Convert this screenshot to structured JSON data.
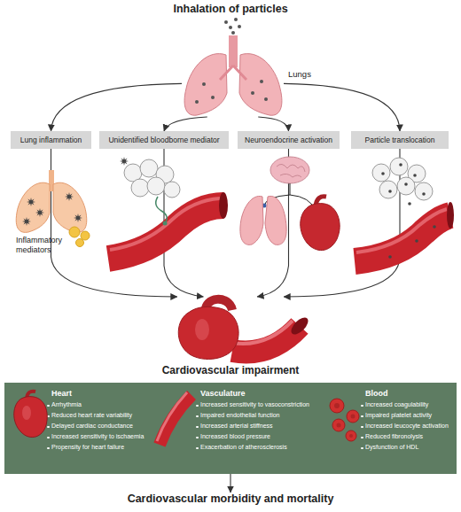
{
  "diagram": {
    "title": "Inhalation of particles",
    "nodes": [
      {
        "text": [
          "Lungs"
        ]
      },
      {
        "text": [
          "Lung inflammation"
        ]
      },
      {
        "text": [
          "Unidentified bloodborne mediator"
        ]
      },
      {
        "text": [
          "Neuroendocrine activation"
        ]
      },
      {
        "text": [
          "Particle translocation"
        ]
      },
      {
        "text": [
          "Cardiovascular impairment"
        ]
      },
      {
        "text": [
          "Heart",
          "Arrhythmia",
          "Reduced heart rate variability",
          "Delayed cardiac conductance",
          "Increased sensitivity to ischaemia",
          "Propensity for heart failure"
        ],
        "in": 5
      },
      {
        "text": [
          "Vasculature",
          "Increased sensitivity to vasoconstriction",
          "Impaired endothelial function",
          "Increased arterial stiffness",
          "Increased blood pressure",
          "Exacerbation of atherosclerosis"
        ],
        "in": 5
      },
      {
        "text": [
          "Blood",
          "Increased coagulability",
          "Impaired platelet activity",
          "Increased leucocyte activation",
          "Reduced fibronolysis",
          "Dysfunction of HDL"
        ],
        "in": 5
      },
      {
        "text": [
          "Cardiovascular morbidity and mortality"
        ]
      }
    ],
    "edges": [
      {
        "from": 0,
        "to": 1,
        "arrow": "to"
      },
      {
        "from": 0,
        "to": 2,
        "arrow": "to"
      },
      {
        "from": 0,
        "to": 3,
        "arrow": "to"
      },
      {
        "from": 0,
        "to": 4,
        "arrow": "to"
      },
      {
        "from": 1,
        "to": 5,
        "arrow": "to"
      },
      {
        "from": 2,
        "to": 5,
        "arrow": "to"
      },
      {
        "from": 3,
        "to": 5,
        "arrow": "to"
      },
      {
        "from": 4,
        "to": 5,
        "arrow": "to"
      },
      {
        "from": 5,
        "to": 9,
        "arrow": "to"
      }
    ],
    "labels": [
      "Inflammatory mediators"
    ]
  }
}
